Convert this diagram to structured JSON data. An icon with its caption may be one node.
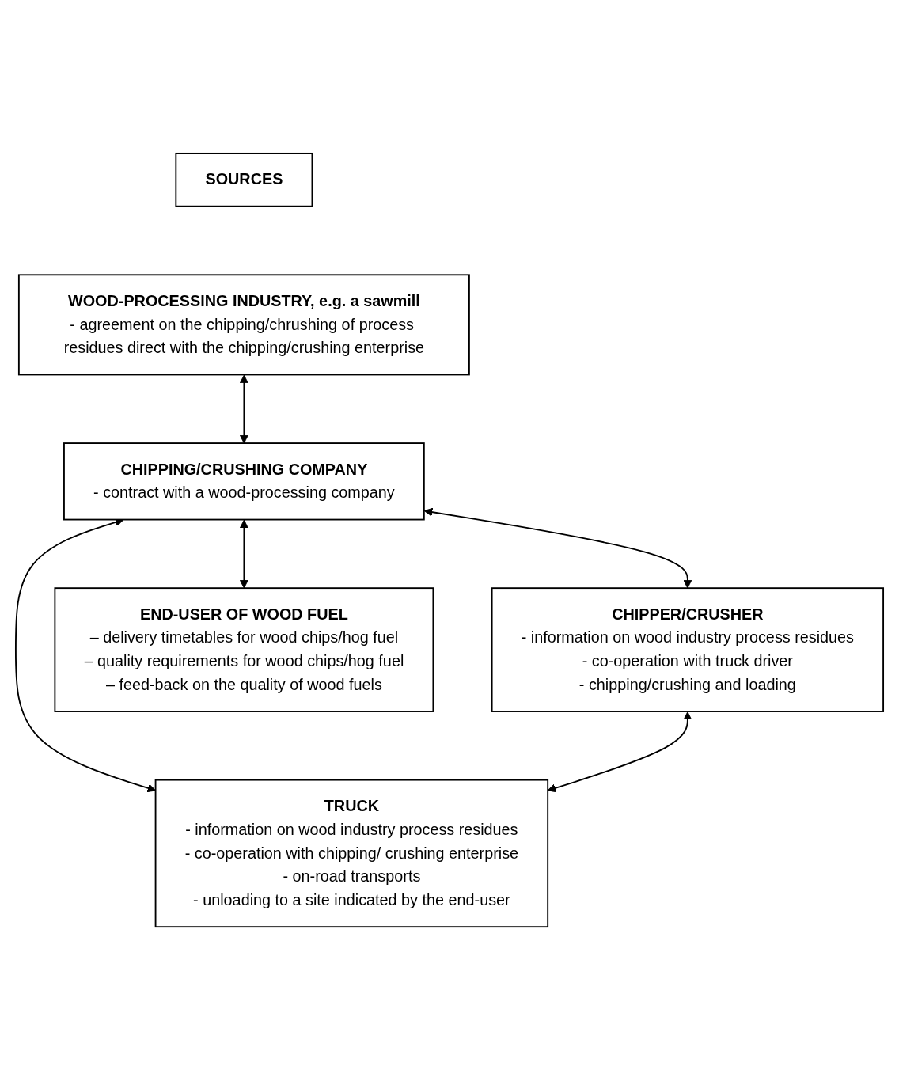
{
  "diagram": {
    "nodes": [
      {
        "text": [
          "SOURCES"
        ]
      },
      {
        "text": [
          "WOOD-PROCESSING INDUSTRY, e.g. a sawmill",
          "- agreement on the chipping/chrushing of process residues direct with the chipping/crushing enterprise"
        ]
      },
      {
        "text": [
          "CHIPPING/CRUSHING COMPANY",
          "- contract with a wood-processing company"
        ]
      },
      {
        "text": [
          "CHIPPER/CRUSHER",
          "- information on wood industry process residues",
          "- co-operation with truck driver",
          "- chipping/crushing and loading"
        ]
      },
      {
        "text": [
          "TRUCK",
          "- information on wood industry process residues",
          "- co-operation with chipping/ crushing enterprise",
          "- on-road transports",
          "- unloading to a site indicated by the end-user"
        ]
      },
      {
        "text": [
          "END-USER OF WOOD FUEL",
          "– delivery timetables for wood chips/hog fuel",
          "– quality requirements for wood chips/hog fuel",
          "– feed-back on the quality of wood fuels"
        ]
      }
    ],
    "edges": [
      {
        "from": 1,
        "to": 2,
        "arrow": "both"
      },
      {
        "from": 2,
        "to": 3,
        "arrow": "both"
      },
      {
        "from": 2,
        "to": 4,
        "arrow": "both"
      },
      {
        "from": 3,
        "to": 4,
        "arrow": "both"
      },
      {
        "from": 2,
        "to": 5,
        "arrow": "both"
      }
    ]
  }
}
